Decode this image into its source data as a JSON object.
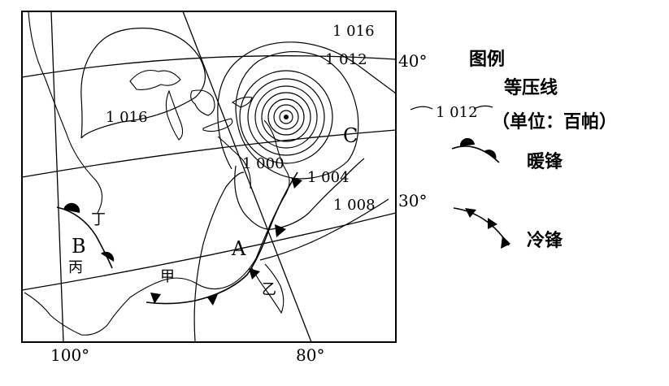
{
  "map": {
    "isobar_labels": [
      "1 016",
      "1 012",
      "1 016",
      "1 000",
      "1 004",
      "1 008"
    ],
    "lon_labels": [
      "100°",
      "80°"
    ],
    "lat_labels": [
      "40°",
      "30°"
    ],
    "points": {
      "A": "A",
      "B": "B",
      "C": "C",
      "jia": "甲",
      "yi": "乙",
      "bing": "丙",
      "ding": "丁"
    }
  },
  "legend": {
    "title": "图例",
    "isobar_title": "等压线",
    "isobar_sample": "1 012",
    "isobar_unit": "（单位：百帕）",
    "warm_front": "暖锋",
    "cold_front": "冷锋"
  }
}
